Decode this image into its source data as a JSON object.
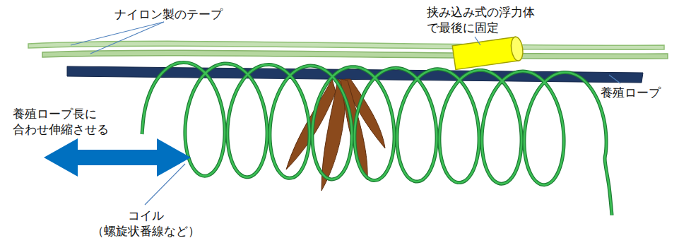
{
  "diagram": {
    "labels": [
      "ナイロン製のテープ",
      "挟み込み式の浮力体 で最後に固定",
      "養殖ロープ長に 合わせ伸縮させる",
      "養殖ロープ",
      "コイル （螺旋状番線など）"
    ]
  }
}
